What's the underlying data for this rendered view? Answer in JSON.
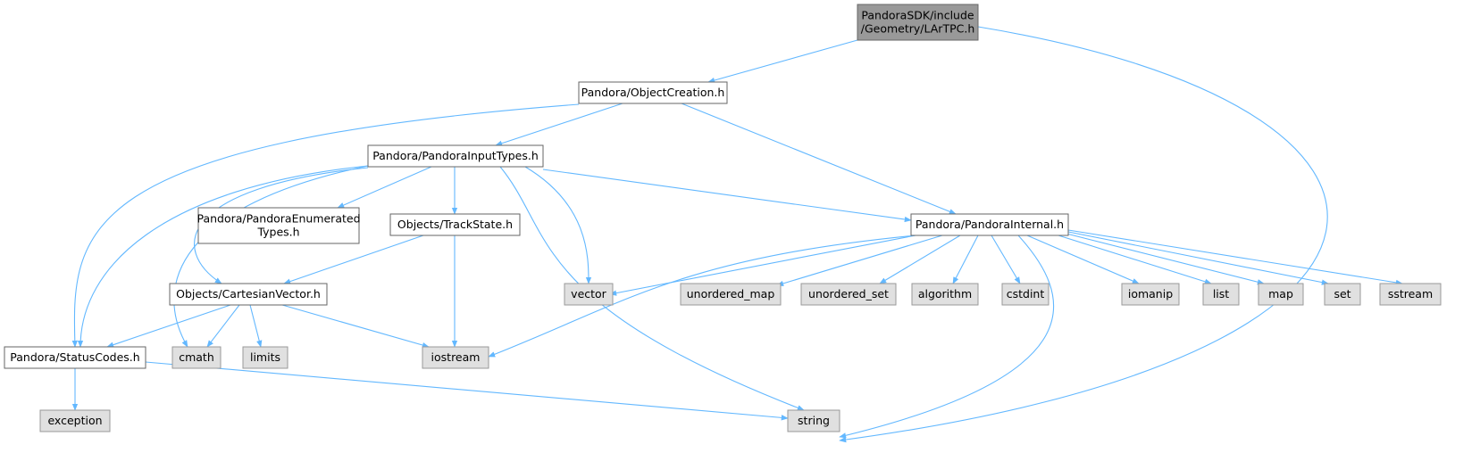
{
  "graph": {
    "nodes": [
      {
        "id": "lartpc",
        "lines": [
          "PandoraSDK/include",
          "/Geometry/LArTPC.h"
        ],
        "kind": "root"
      },
      {
        "id": "objectcreation",
        "lines": [
          "Pandora/ObjectCreation.h"
        ],
        "kind": "local"
      },
      {
        "id": "pandorainputtypes",
        "lines": [
          "Pandora/PandoraInputTypes.h"
        ],
        "kind": "local"
      },
      {
        "id": "pandoraenumeratedtypes",
        "lines": [
          "Pandora/PandoraEnumerated",
          "Types.h"
        ],
        "kind": "local"
      },
      {
        "id": "trackstate",
        "lines": [
          "Objects/TrackState.h"
        ],
        "kind": "local"
      },
      {
        "id": "pandorainternal",
        "lines": [
          "Pandora/PandoraInternal.h"
        ],
        "kind": "local"
      },
      {
        "id": "cartesianvector",
        "lines": [
          "Objects/CartesianVector.h"
        ],
        "kind": "local"
      },
      {
        "id": "statuscodes",
        "lines": [
          "Pandora/StatusCodes.h"
        ],
        "kind": "local"
      },
      {
        "id": "cmath",
        "lines": [
          "cmath"
        ],
        "kind": "system"
      },
      {
        "id": "limits",
        "lines": [
          "limits"
        ],
        "kind": "system"
      },
      {
        "id": "iostream",
        "lines": [
          "iostream"
        ],
        "kind": "system"
      },
      {
        "id": "vector",
        "lines": [
          "vector"
        ],
        "kind": "system"
      },
      {
        "id": "unordered_map",
        "lines": [
          "unordered_map"
        ],
        "kind": "system"
      },
      {
        "id": "unordered_set",
        "lines": [
          "unordered_set"
        ],
        "kind": "system"
      },
      {
        "id": "algorithm",
        "lines": [
          "algorithm"
        ],
        "kind": "system"
      },
      {
        "id": "cstdint",
        "lines": [
          "cstdint"
        ],
        "kind": "system"
      },
      {
        "id": "iomanip",
        "lines": [
          "iomanip"
        ],
        "kind": "system"
      },
      {
        "id": "list",
        "lines": [
          "list"
        ],
        "kind": "system"
      },
      {
        "id": "map",
        "lines": [
          "map"
        ],
        "kind": "system"
      },
      {
        "id": "set",
        "lines": [
          "set"
        ],
        "kind": "system"
      },
      {
        "id": "sstream",
        "lines": [
          "sstream"
        ],
        "kind": "system"
      },
      {
        "id": "exception",
        "lines": [
          "exception"
        ],
        "kind": "system"
      },
      {
        "id": "string",
        "lines": [
          "string"
        ],
        "kind": "system"
      }
    ],
    "edges": [
      {
        "from": "lartpc",
        "to": "objectcreation"
      },
      {
        "from": "lartpc",
        "to": "string"
      },
      {
        "from": "objectcreation",
        "to": "pandorainputtypes"
      },
      {
        "from": "objectcreation",
        "to": "pandorainternal"
      },
      {
        "from": "objectcreation",
        "to": "statuscodes"
      },
      {
        "from": "pandorainputtypes",
        "to": "pandoraenumeratedtypes"
      },
      {
        "from": "pandorainputtypes",
        "to": "trackstate"
      },
      {
        "from": "pandorainputtypes",
        "to": "pandorainternal"
      },
      {
        "from": "pandorainputtypes",
        "to": "cartesianvector"
      },
      {
        "from": "pandorainputtypes",
        "to": "statuscodes"
      },
      {
        "from": "pandorainputtypes",
        "to": "cmath"
      },
      {
        "from": "pandorainputtypes",
        "to": "vector"
      },
      {
        "from": "pandorainputtypes",
        "to": "string"
      },
      {
        "from": "trackstate",
        "to": "cartesianvector"
      },
      {
        "from": "trackstate",
        "to": "iostream"
      },
      {
        "from": "cartesianvector",
        "to": "statuscodes"
      },
      {
        "from": "cartesianvector",
        "to": "cmath"
      },
      {
        "from": "cartesianvector",
        "to": "limits"
      },
      {
        "from": "cartesianvector",
        "to": "iostream"
      },
      {
        "from": "pandorainternal",
        "to": "vector"
      },
      {
        "from": "pandorainternal",
        "to": "iostream"
      },
      {
        "from": "pandorainternal",
        "to": "unordered_map"
      },
      {
        "from": "pandorainternal",
        "to": "unordered_set"
      },
      {
        "from": "pandorainternal",
        "to": "algorithm"
      },
      {
        "from": "pandorainternal",
        "to": "cstdint"
      },
      {
        "from": "pandorainternal",
        "to": "iomanip"
      },
      {
        "from": "pandorainternal",
        "to": "list"
      },
      {
        "from": "pandorainternal",
        "to": "map"
      },
      {
        "from": "pandorainternal",
        "to": "set"
      },
      {
        "from": "pandorainternal",
        "to": "sstream"
      },
      {
        "from": "pandorainternal",
        "to": "string"
      },
      {
        "from": "statuscodes",
        "to": "exception"
      },
      {
        "from": "statuscodes",
        "to": "string"
      }
    ]
  },
  "colors": {
    "edge": "#63b8ff",
    "root_fill": "#999999",
    "root_border": "#666666",
    "local_fill": "#ffffff",
    "local_border": "#666666",
    "system_fill": "#e0e0e0",
    "system_border": "#999999",
    "text": "#000000"
  }
}
